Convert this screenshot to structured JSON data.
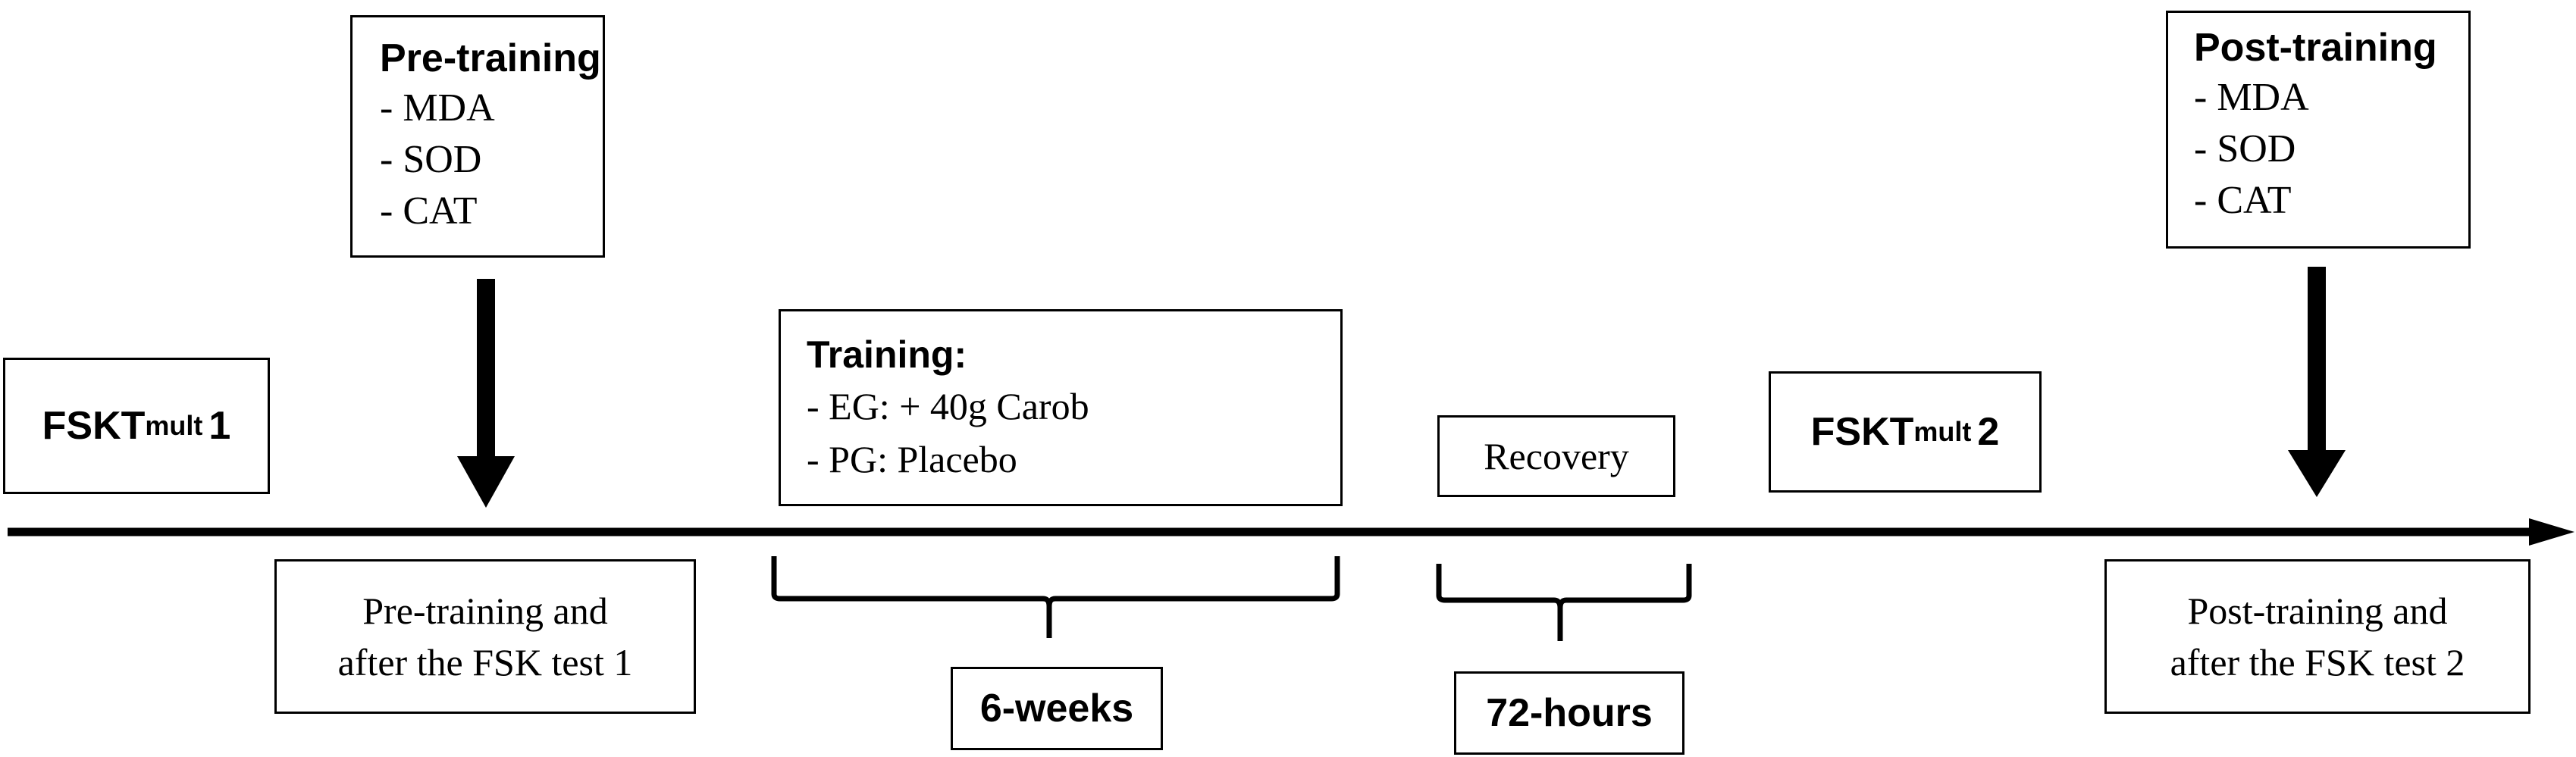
{
  "pre_training": {
    "title": "Pre-training",
    "items": [
      "- MDA",
      "- SOD",
      "- CAT"
    ]
  },
  "post_training": {
    "title": "Post-training",
    "items": [
      "- MDA",
      "- SOD",
      "- CAT"
    ]
  },
  "training": {
    "title": "Training:",
    "items": [
      "- EG: + 40g Carob",
      "- PG: Placebo"
    ]
  },
  "fskt1": {
    "main": "FSKT",
    "sub": "mult",
    "num": "1"
  },
  "fskt2": {
    "main": "FSKT",
    "sub": "mult",
    "num": "2"
  },
  "recovery": "Recovery",
  "pre_note": {
    "line1": "Pre-training and",
    "line2": "after the FSK test 1"
  },
  "post_note": {
    "line1": "Post-training and",
    "line2": "after the FSK test 2"
  },
  "durations": {
    "weeks": "6-weeks",
    "hours": "72-hours"
  }
}
